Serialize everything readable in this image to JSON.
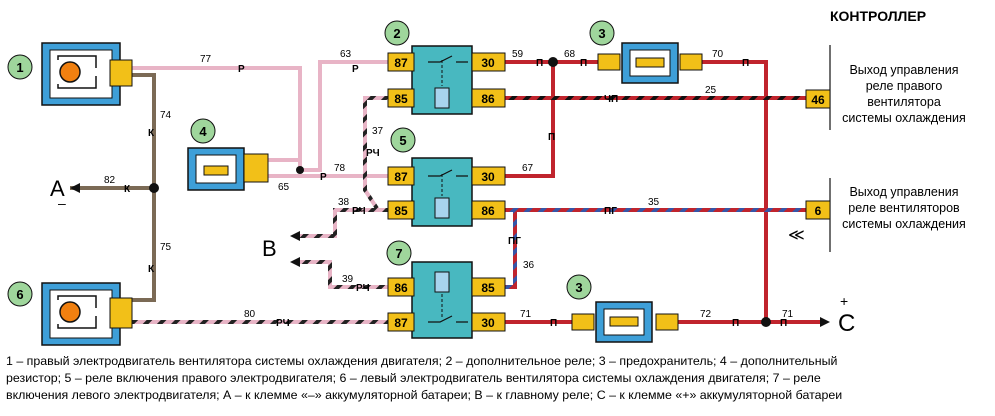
{
  "header": "КОНТРОЛЛЕР",
  "controller_outputs": {
    "top": {
      "line1": "Выход управления",
      "line2": "реле правого",
      "line3": "вентилятора",
      "line4": "системы охлаждения",
      "pin": "46"
    },
    "bottom": {
      "line1": "Выход управления",
      "line2": "реле вентиляторов",
      "line3": "системы охлаждения",
      "pin": "6"
    }
  },
  "callouts": {
    "c1": "1",
    "c2": "2",
    "c3a": "3",
    "c3b": "3",
    "c4": "4",
    "c5": "5",
    "c6": "6",
    "c7": "7"
  },
  "relay_pins": {
    "r2": [
      "87",
      "85",
      "30",
      "86"
    ],
    "r5": [
      "87",
      "85",
      "30",
      "86"
    ],
    "r7": [
      "86",
      "87",
      "85",
      "30"
    ]
  },
  "wires": {
    "w77": "77",
    "w63": "63",
    "w59": "59",
    "w68": "68",
    "w70": "70",
    "w25": "25",
    "w37": "37",
    "w78": "78",
    "w65": "65",
    "w67": "67",
    "w35": "35",
    "w38": "38",
    "w36": "36",
    "w39": "39",
    "w80": "80",
    "w71a": "71",
    "w72": "72",
    "w71b": "71",
    "w74": "74",
    "w82": "82",
    "w75": "75"
  },
  "colors": {
    "r": "Р",
    "rch": "РЧ",
    "p": "П",
    "chp": "ЧП",
    "pg": "ПГ",
    "k": "К"
  },
  "terminals": {
    "a": "А",
    "a_sign": "–",
    "b": "В",
    "c": "С",
    "c_sign": "+",
    "arrow": "≪"
  },
  "caption": {
    "line1": "1 – правый электродвигатель вентилятора системы охлаждения двигателя; 2 – дополнительное реле; 3 – предохранитель; 4 – дополнительный",
    "line2": "резистор; 5 – реле включения правого электродвигателя; 6 – левый электродвигатель вентилятора системы охлаждения двигателя; 7 – реле",
    "line3": "включения левого электродвигателя; А – к клемме «–» аккумуляторной батареи; В – к главному реле; С – к клемме «+» аккумуляторной батареи"
  },
  "palette": {
    "red": "#c0242d",
    "pink": "#e8b4c6",
    "brown": "#7b6a55",
    "relay": "#48b8c0",
    "pin": "#f2c018",
    "callout": "#9fd69c"
  }
}
